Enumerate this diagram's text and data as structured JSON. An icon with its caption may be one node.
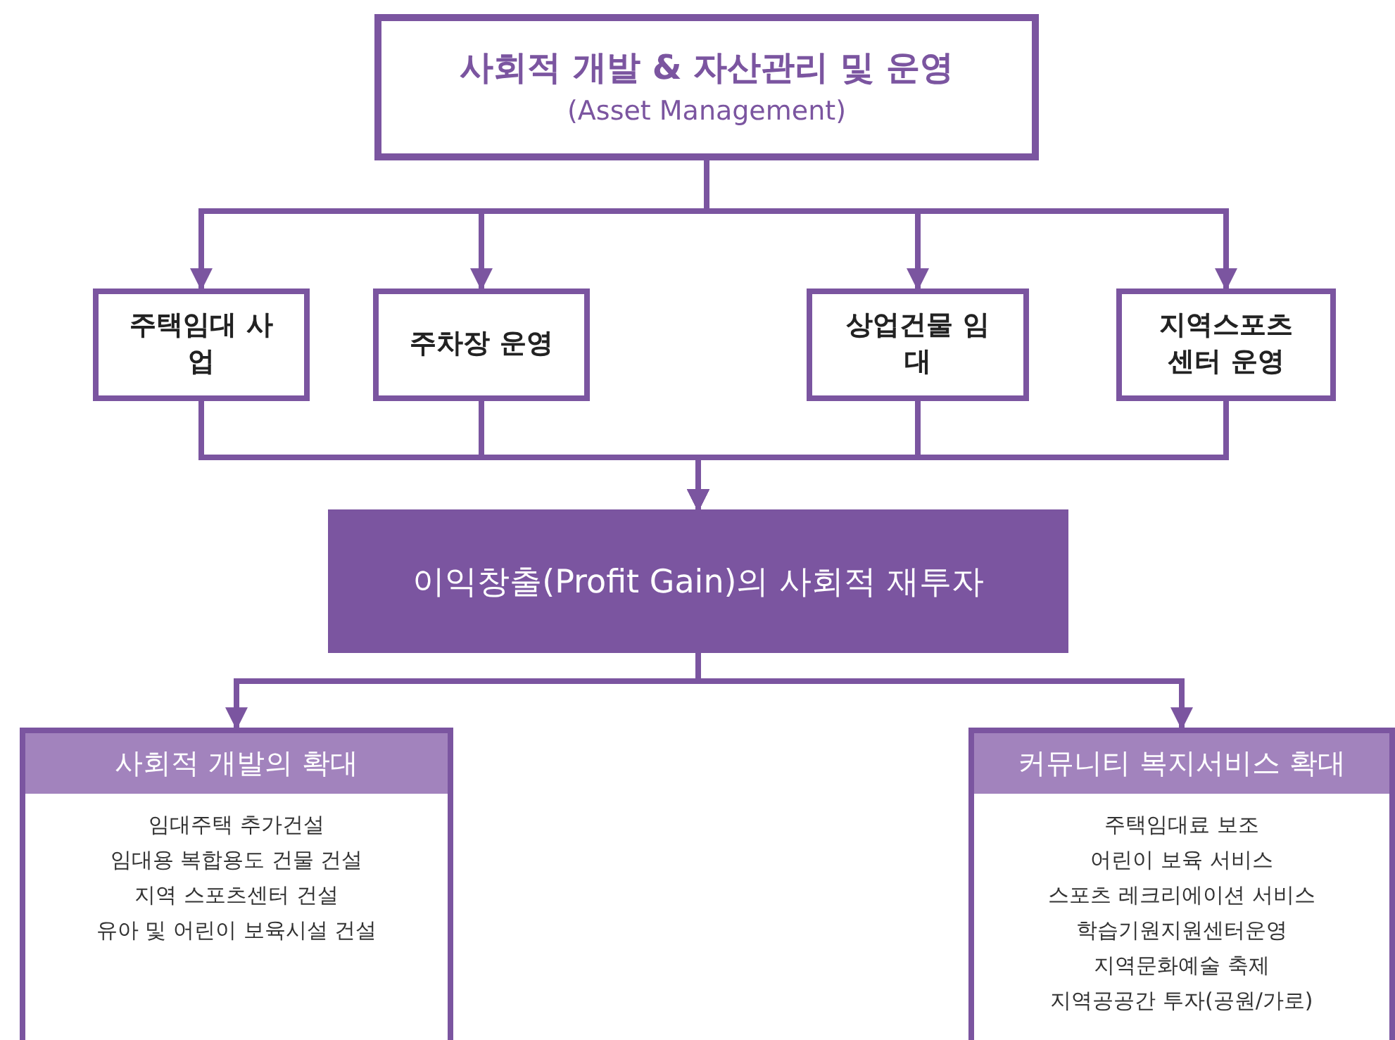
{
  "diagram": {
    "nodes": [
      {
        "text": [
          "사회적 개발 & 자산관리 및 운영",
          "(Asset Management)"
        ]
      },
      {
        "text": [
          "주택임대 사업"
        ]
      },
      {
        "text": [
          "주차장 운영"
        ]
      },
      {
        "text": [
          "상업건물 임대"
        ]
      },
      {
        "text": [
          "지역스포츠 센터 운영"
        ]
      },
      {
        "text": [
          "이익창출(Profit Gain)의 사회적 재투자"
        ]
      },
      {
        "text": [
          "사회적 개발의 확대",
          "임대주택 추가건설",
          "임대용 복합용도 건물 건설",
          "지역 스포츠센터 건설",
          "유아 및 어린이 보육시설 건설"
        ]
      },
      {
        "text": [
          "커뮤니티 복지서비스 확대",
          "주택임대료 보조",
          "어린이 보육 서비스",
          "스포츠 레크리에이션 서비스",
          "학습기원지원센터운영",
          "지역문화예술 축제",
          "지역공공간 투자(공원/가로)"
        ]
      }
    ],
    "edges": [
      {
        "from": 0,
        "to": 1,
        "arrow": "to"
      },
      {
        "from": 0,
        "to": 2,
        "arrow": "to"
      },
      {
        "from": 0,
        "to": 3,
        "arrow": "to"
      },
      {
        "from": 0,
        "to": 4,
        "arrow": "to"
      },
      {
        "from": 1,
        "to": 5,
        "arrow": "to"
      },
      {
        "from": 2,
        "to": 5,
        "arrow": "to"
      },
      {
        "from": 3,
        "to": 5,
        "arrow": "to"
      },
      {
        "from": 4,
        "to": 5,
        "arrow": "to"
      },
      {
        "from": 5,
        "to": 6,
        "arrow": "to"
      },
      {
        "from": 5,
        "to": 7,
        "arrow": "to"
      }
    ]
  }
}
